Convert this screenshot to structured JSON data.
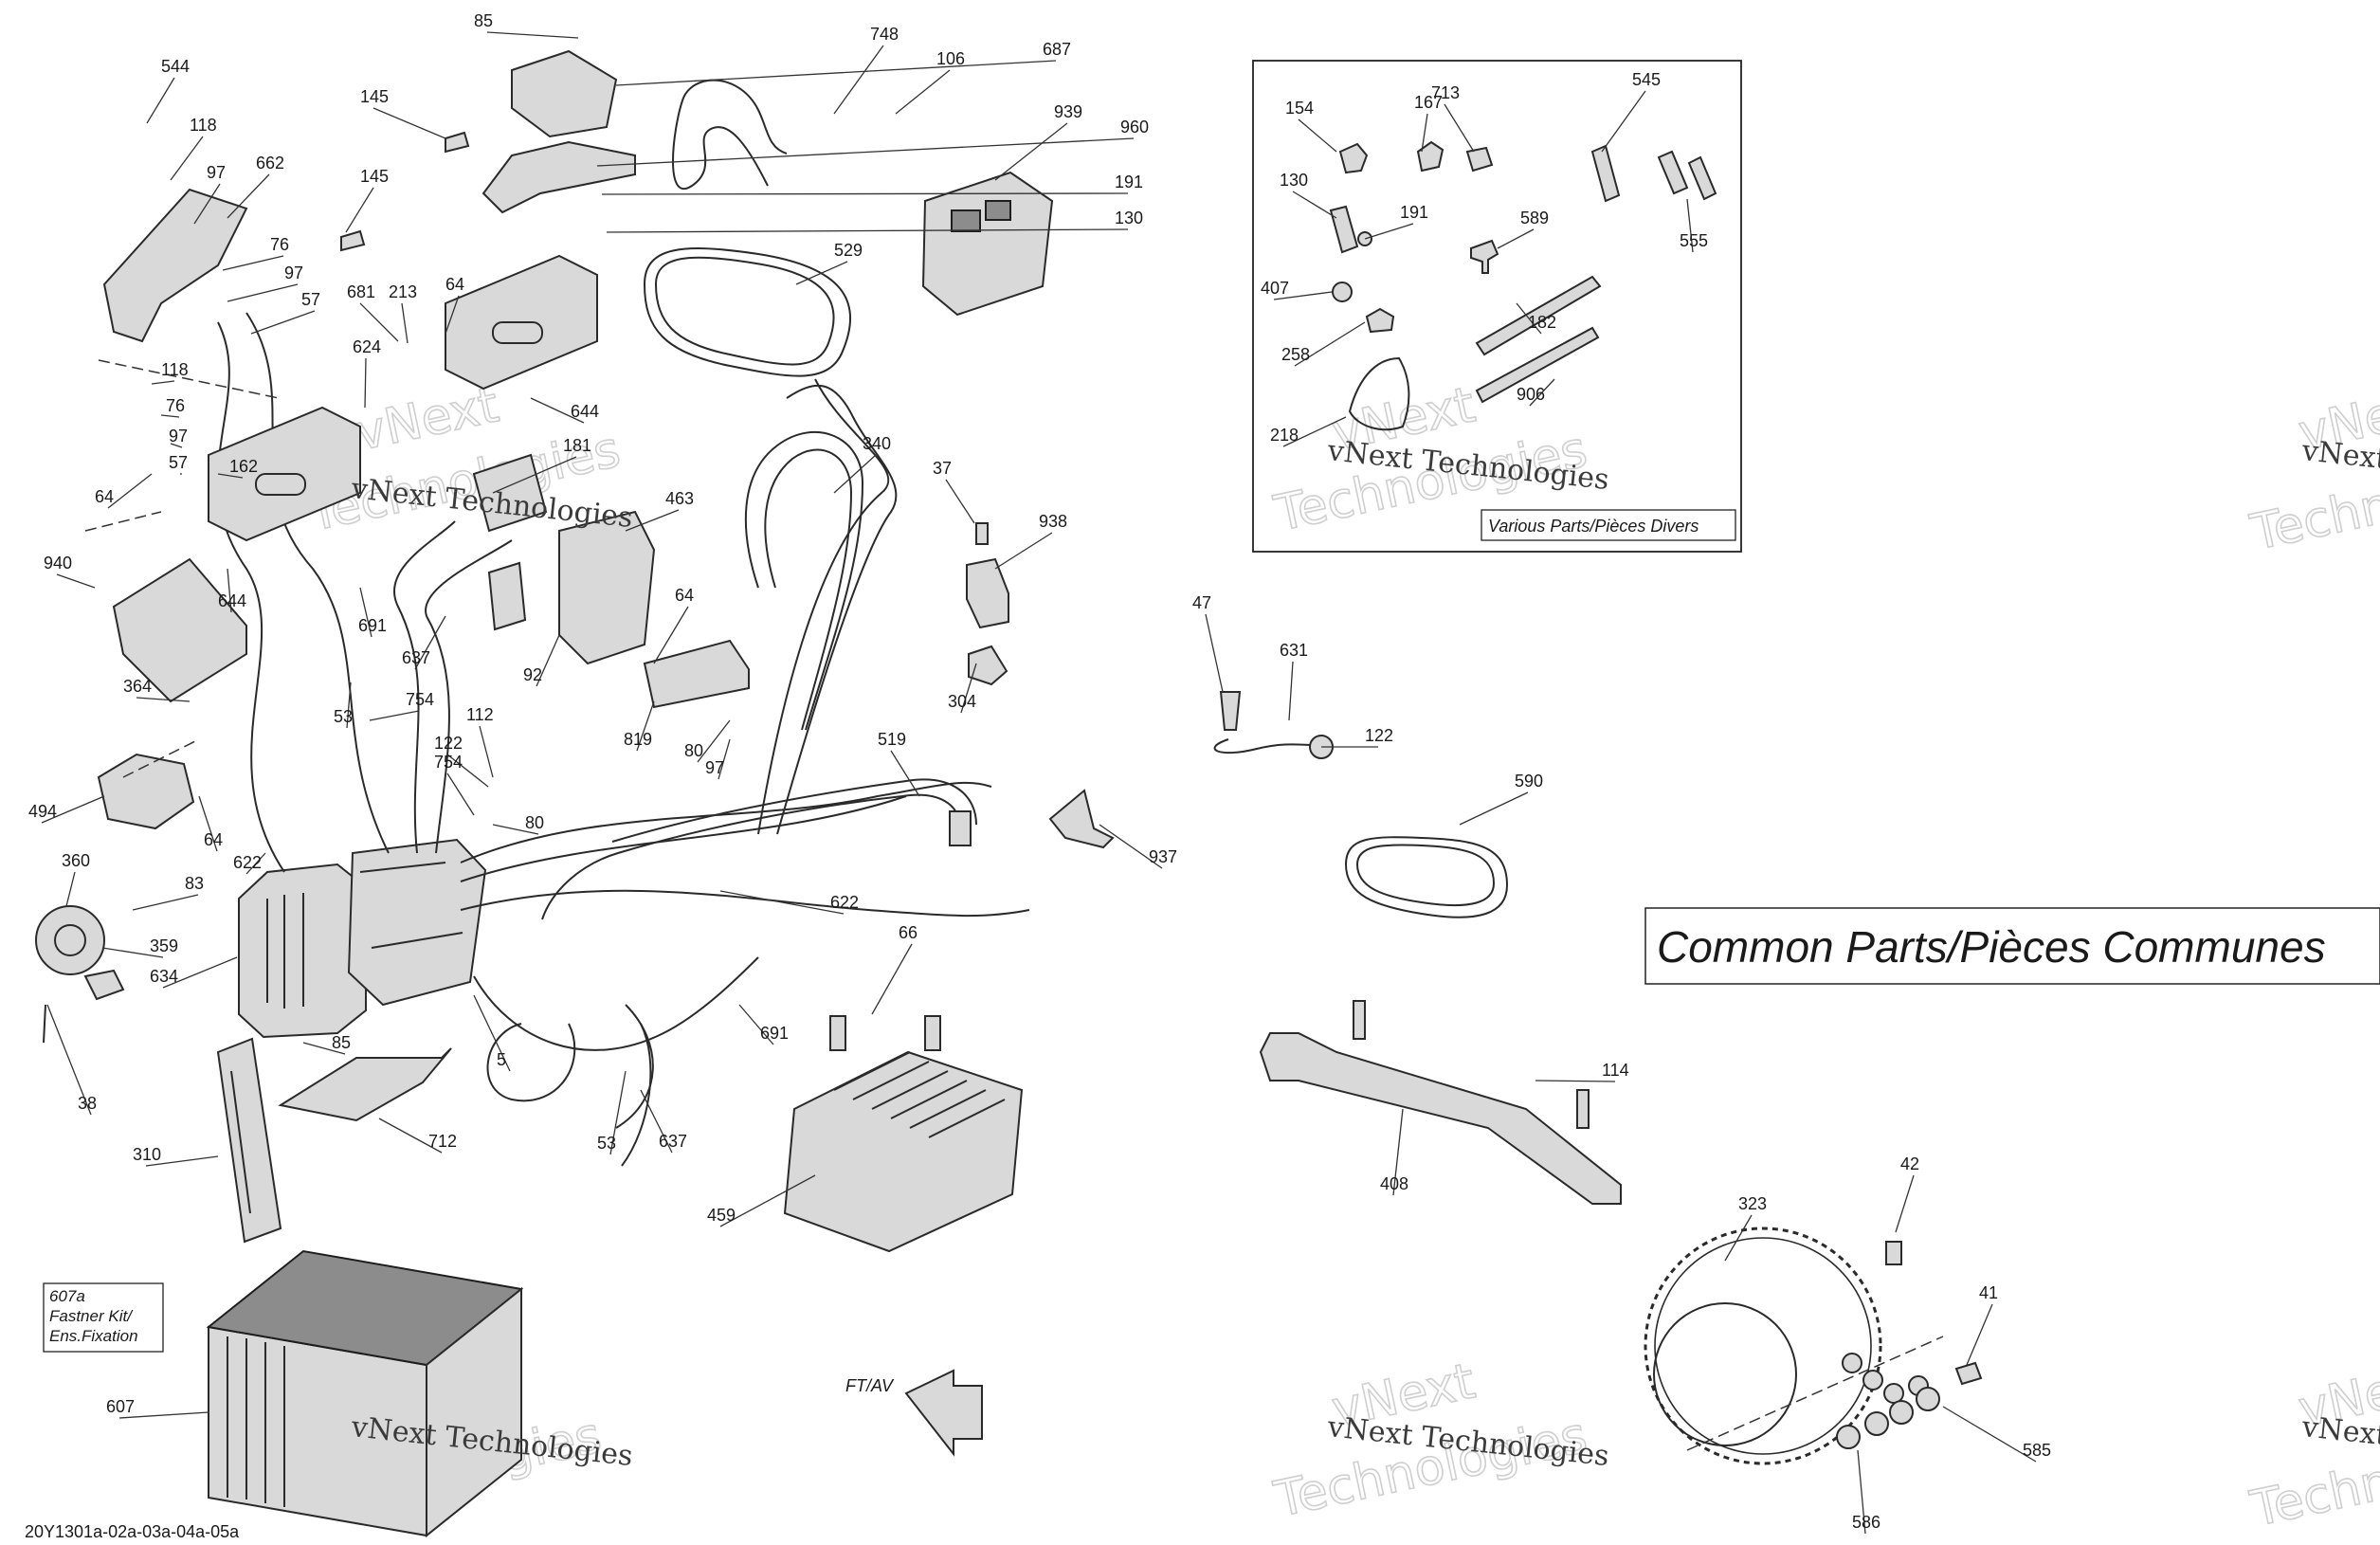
{
  "diagram_code": "20Y1301a-02a-03a-04a-05a",
  "boxes": {
    "various_parts": "Various Parts/Pièces Divers",
    "common_parts": "Common Parts/Pièces Communes",
    "fastener_kit": [
      "607a",
      "Fastner Kit/",
      "Ens.Fixation"
    ]
  },
  "direction": "FT/AV",
  "watermark": {
    "line1": "vNext Technologies",
    "back_a": "vNext",
    "back_b": "Technologies"
  },
  "callouts": [
    "85",
    "687",
    "748",
    "106",
    "939",
    "544",
    "118",
    "97",
    "662",
    "145",
    "960",
    "191",
    "130",
    "145",
    "76",
    "97",
    "57",
    "681",
    "213",
    "64",
    "624",
    "529",
    "118",
    "76",
    "97",
    "57",
    "644",
    "64",
    "181",
    "162",
    "463",
    "340",
    "37",
    "938",
    "644",
    "940",
    "691",
    "637",
    "92",
    "64",
    "304",
    "364",
    "53",
    "754",
    "112",
    "819",
    "80",
    "97",
    "519",
    "122",
    "754",
    "80",
    "494",
    "64",
    "622",
    "360",
    "83",
    "359",
    "634",
    "5",
    "622",
    "66",
    "691",
    "85",
    "53",
    "637",
    "38",
    "310",
    "712",
    "459",
    "607",
    "154",
    "167",
    "713",
    "545",
    "130",
    "191",
    "589",
    "555",
    "407",
    "182",
    "258",
    "906",
    "218",
    "47",
    "631",
    "122",
    "937",
    "590",
    "114",
    "408",
    "42",
    "323",
    "41",
    "585",
    "586"
  ]
}
